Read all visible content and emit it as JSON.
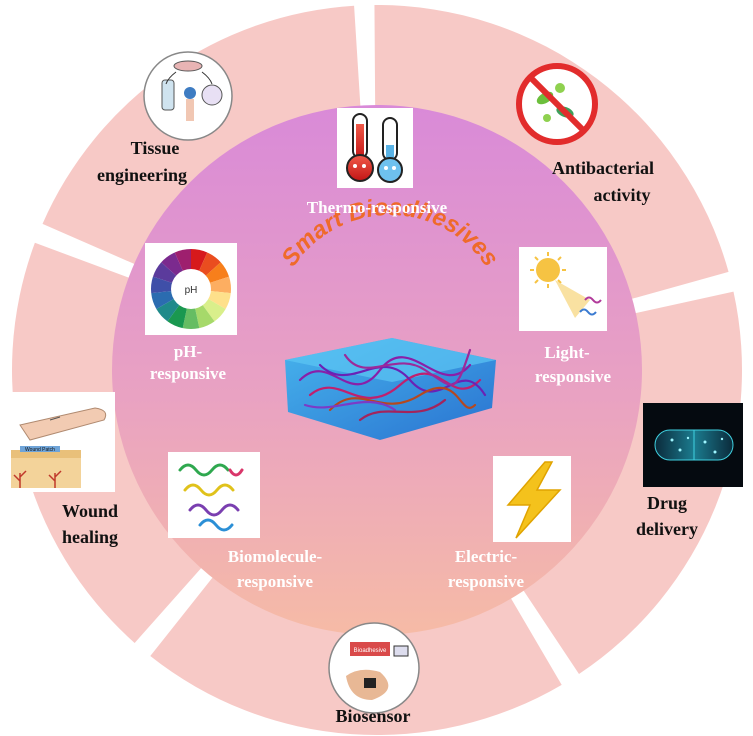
{
  "center": {
    "title": "Smart Bioadhesives"
  },
  "inner_labels": {
    "thermo": "Thermo-responsive",
    "ph_line1": "pH-",
    "ph_line2": "responsive",
    "light_line1": "Light-",
    "light_line2": "responsive",
    "biomolecule_line1": "Biomolecule-",
    "biomolecule_line2": "responsive",
    "electric_line1": "Electric-",
    "electric_line2": "responsive"
  },
  "outer_labels": {
    "tissue_line1": "Tissue",
    "tissue_line2": "engineering",
    "antibacterial_line1": "Antibacterial",
    "antibacterial_line2": "activity",
    "drug_line1": "Drug",
    "drug_line2": "delivery",
    "wound_line1": "Wound",
    "wound_line2": "healing",
    "biosensor": "Biosensor"
  },
  "image_text": {
    "ph_wheel": "pH",
    "wound_patch": "Wound Patch",
    "biosensor_chip": "Bioadhesive"
  },
  "colors": {
    "outer_ring": "#f7c9c6",
    "inner_top": "#d98fd6",
    "inner_bottom": "#f4b7a8",
    "title": "#ef6a2a",
    "inner_text": "#ffffff",
    "outer_text": "#111111"
  }
}
